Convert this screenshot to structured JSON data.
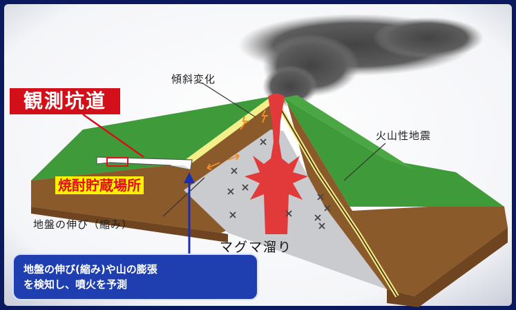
{
  "labels": {
    "tunnel": "観測坑道",
    "storage": "焼酎貯蔵場所",
    "tilt": "傾斜変化",
    "earthquake": "火山性地震",
    "strain": "地盤の伸び（縮み）",
    "magma": "マグマ溜り"
  },
  "callout": {
    "line1": "地盤の伸び(縮み)や山の膨張",
    "line2": "を検知し、噴火を予測"
  },
  "colors": {
    "frame": "#0b1a5e",
    "grass": "#3f9b3a",
    "crust": "#8b5a2b",
    "deep_rock": "#c9cbcf",
    "yellow_layer": "#f3f08a",
    "magma": "#e23a3a",
    "tunnel_label_bg": "#d3101a",
    "storage_label_bg": "#fff200",
    "callout_bg": "#1f3fb0",
    "arrow_blue": "#1a2fb0"
  }
}
